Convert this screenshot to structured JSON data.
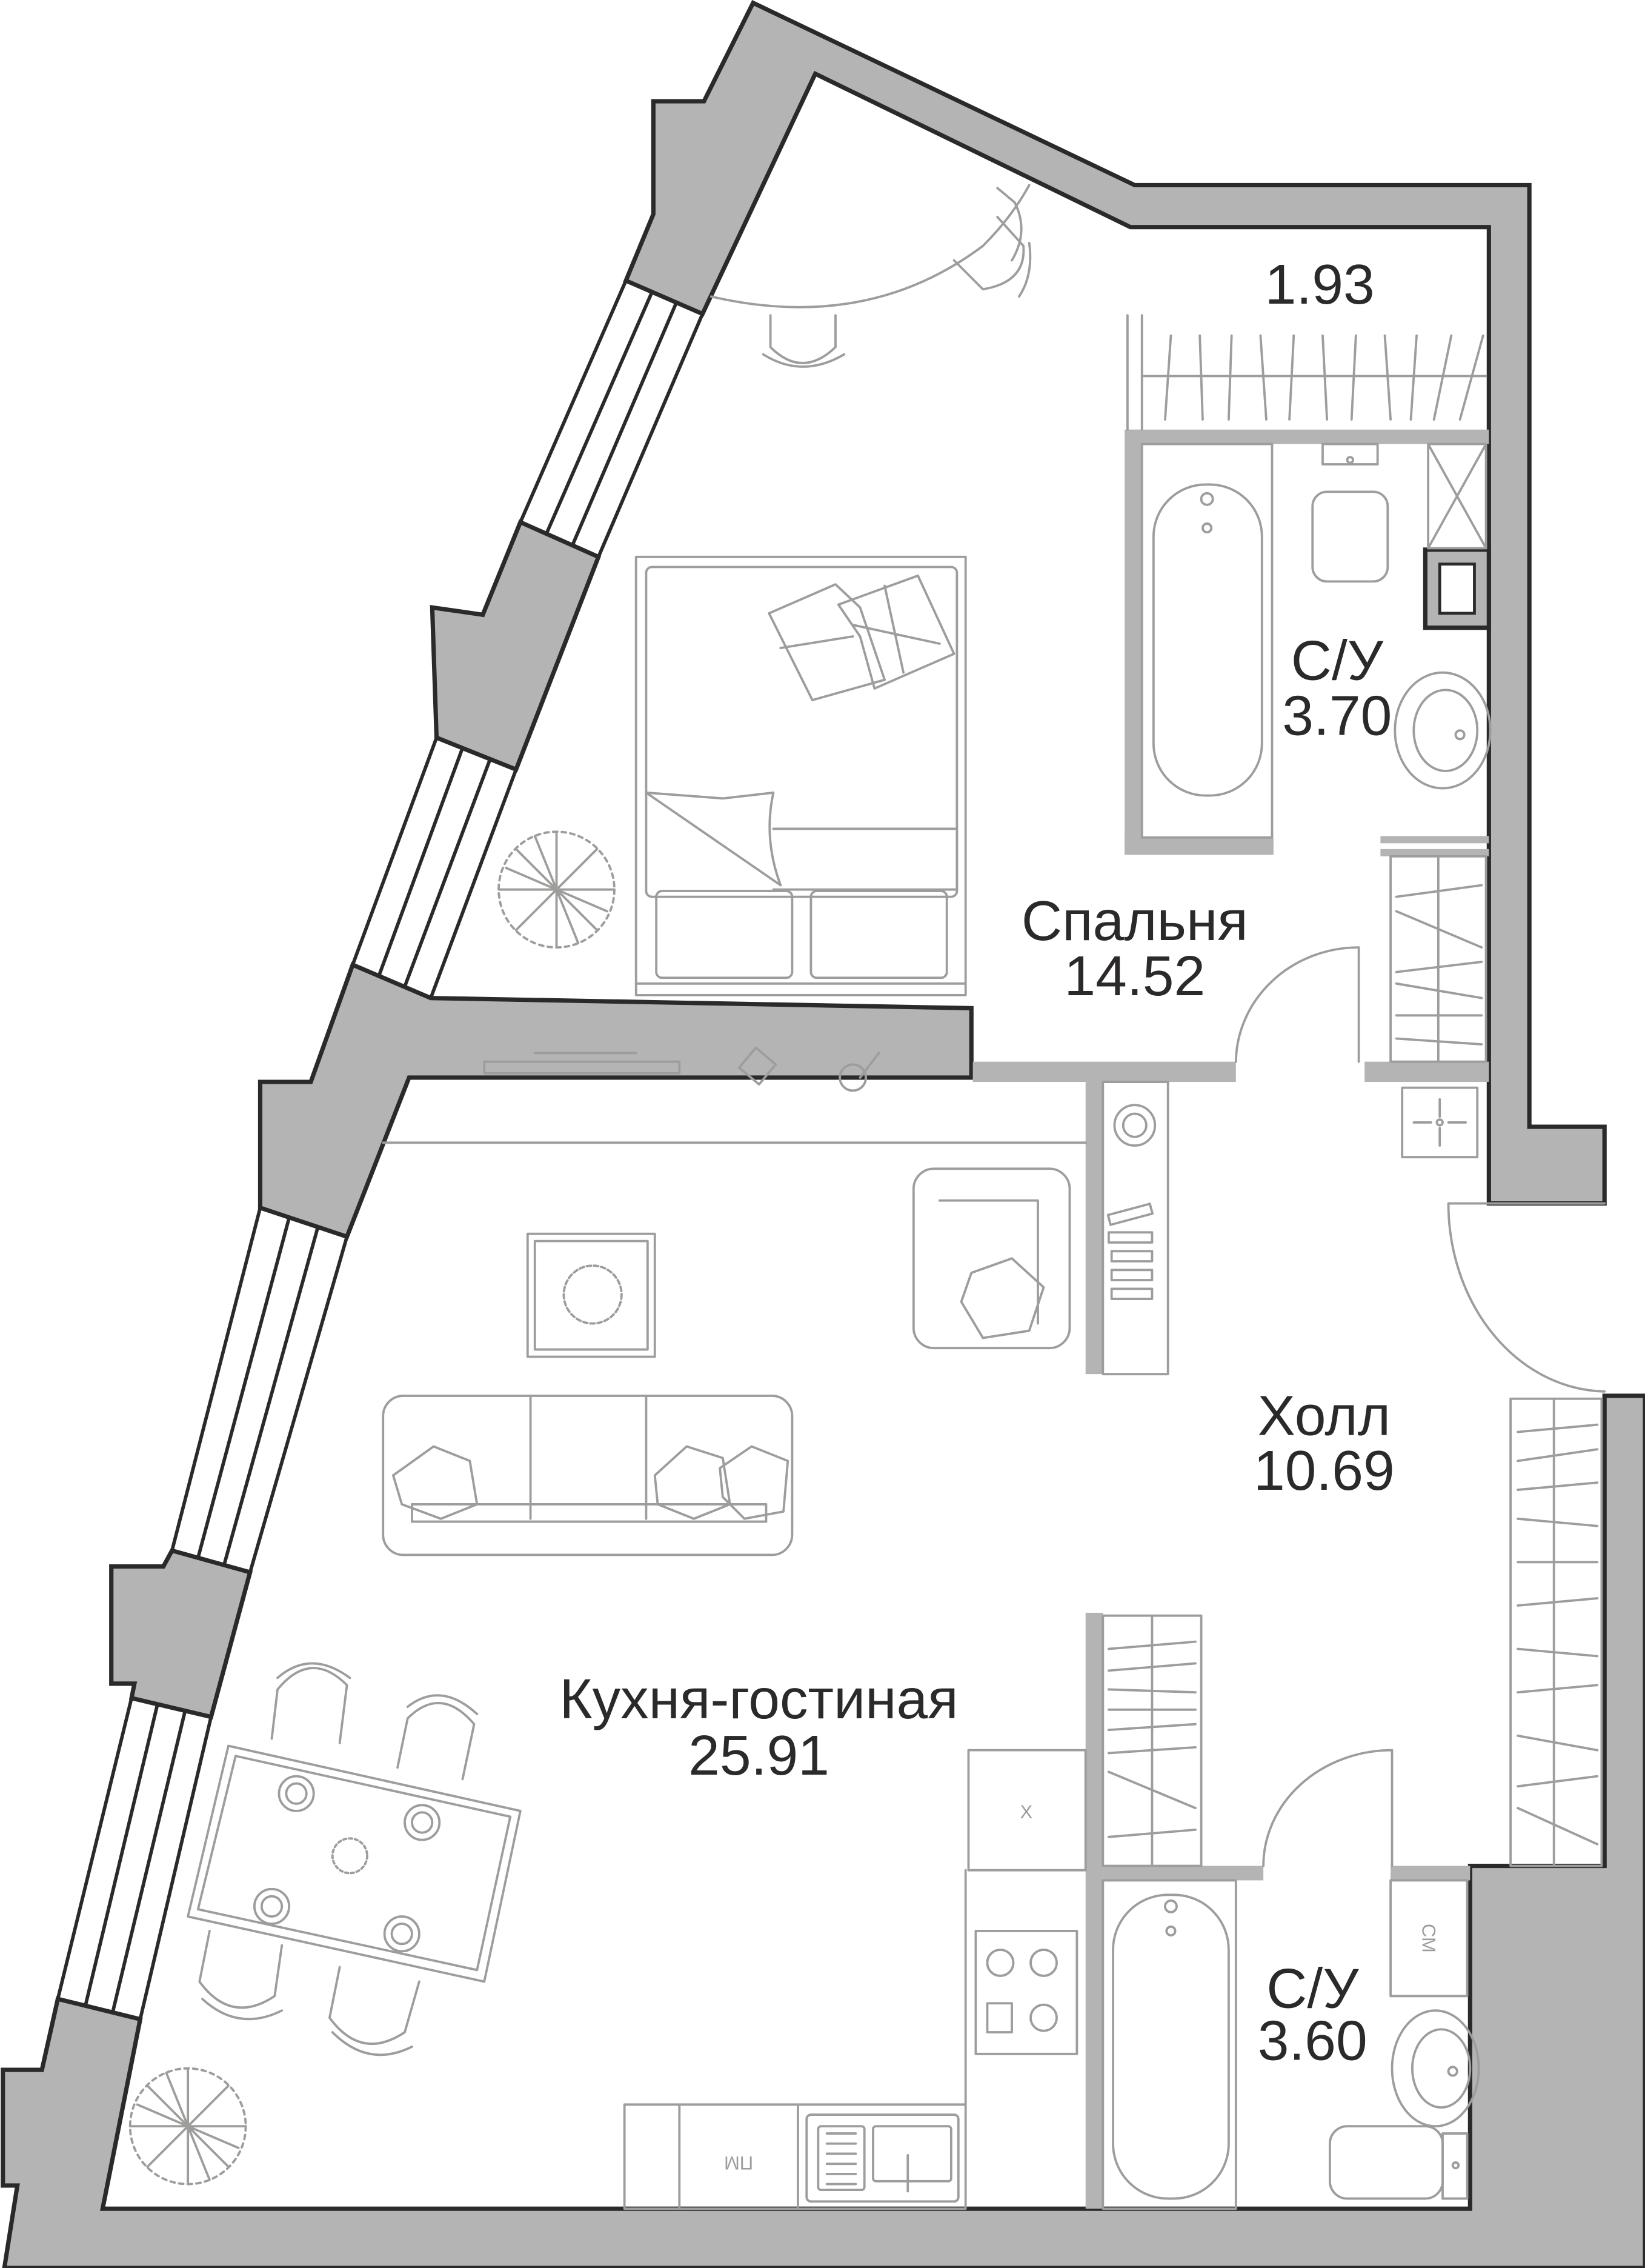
{
  "plan": {
    "colors": {
      "wall": "#b3b4b3",
      "outline": "#2b2a29",
      "furniture": "#9d9d9c",
      "text": "#2b2a29"
    },
    "rooms": {
      "wardrobe": {
        "area": "1.93"
      },
      "bathroom_1": {
        "name": "С/У",
        "area": "3.70"
      },
      "bedroom": {
        "name": "Спальня",
        "area": "14.52"
      },
      "hall": {
        "name": "Холл",
        "area": "10.69"
      },
      "kitchen_living": {
        "name": "Кухня-гостиная",
        "area": "25.91"
      },
      "bathroom_2": {
        "name": "С/У",
        "area": "3.60"
      }
    },
    "fixtures": {
      "fridge": "Х",
      "dishwasher": "ПМ",
      "washing_machine": "СМ"
    }
  }
}
